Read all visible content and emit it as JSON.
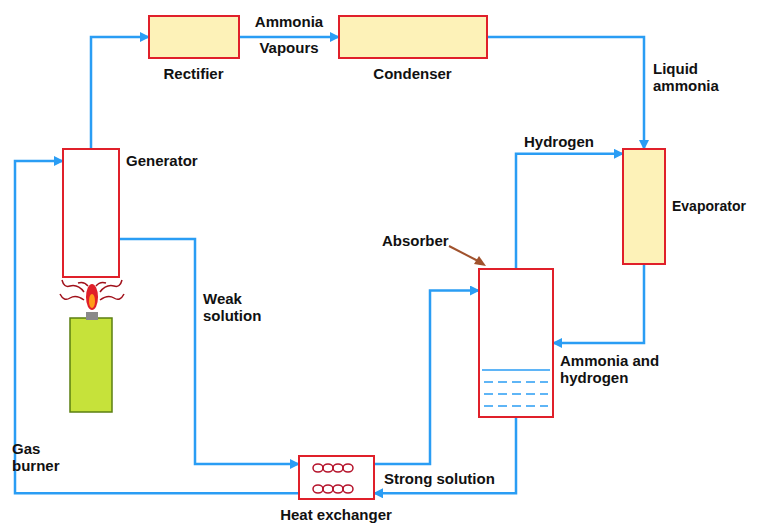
{
  "diagram": {
    "nodes": [
      {
        "text": [
          "Rectifier"
        ]
      },
      {
        "text": [
          "Condenser"
        ]
      },
      {
        "text": [
          "Generator"
        ]
      },
      {
        "text": [
          "Evaporator"
        ]
      },
      {
        "text": [
          "Absorber"
        ]
      },
      {
        "text": [
          "Heat exchanger"
        ]
      }
    ],
    "edges": [
      {
        "from": 2,
        "to": 0,
        "arrow": "to"
      },
      {
        "from": 0,
        "to": 1,
        "label": "Ammonia Vapours",
        "arrow": "to"
      },
      {
        "from": 1,
        "to": 3,
        "label": "Liquid ammonia",
        "arrow": "to"
      },
      {
        "from": 4,
        "to": 3,
        "label": "Hydrogen",
        "arrow": "to"
      },
      {
        "from": 3,
        "to": 4,
        "label": "Ammonia and hydrogen",
        "arrow": "to"
      },
      {
        "from": 2,
        "to": 5,
        "label": "Weak solution",
        "arrow": "to"
      },
      {
        "from": 5,
        "to": 4,
        "arrow": "to"
      },
      {
        "from": 4,
        "to": 5,
        "label": "Strong solution",
        "arrow": "to"
      },
      {
        "from": 5,
        "to": 2,
        "arrow": "to"
      }
    ],
    "labels": [
      "Gas burner"
    ]
  }
}
